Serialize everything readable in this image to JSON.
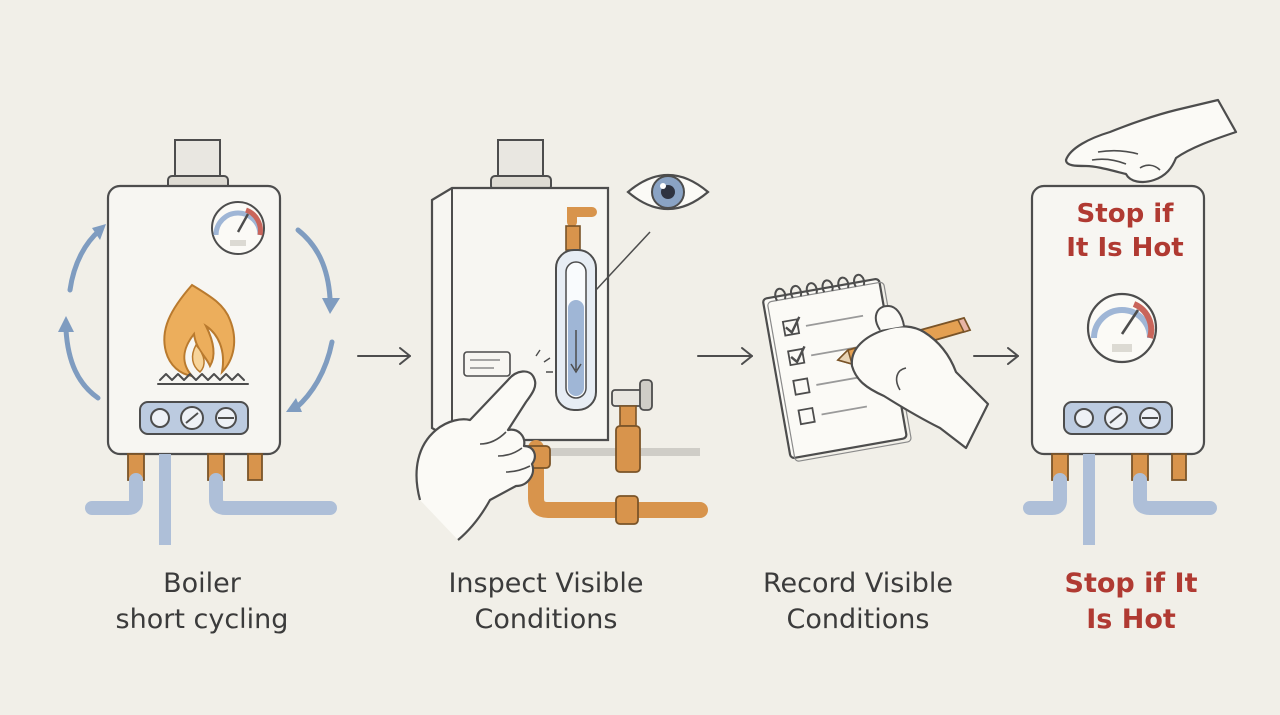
{
  "steps": [
    {
      "line1": "Boiler",
      "line2": "short cycling",
      "icon": "boiler-flame-icon"
    },
    {
      "line1": "Inspect Visible",
      "line2": "Conditions",
      "icon": "inspect-eye-icon"
    },
    {
      "line1": "Record Visible",
      "line2": "Conditions",
      "icon": "checklist-pencil-icon"
    },
    {
      "line1": "Stop if It",
      "line2": "Is Hot",
      "icon": "hot-boiler-hand-icon"
    }
  ],
  "boiler_label": {
    "line1": "Stop if",
    "line2": "It Is Hot"
  },
  "colors": {
    "background": "#f1efe8",
    "arrow_blue": "#7f9cc0",
    "copper": "#c98a44",
    "warning_red": "#b03a32",
    "flame": "#e8a24b",
    "pipe_blue": "#aebfd8"
  }
}
